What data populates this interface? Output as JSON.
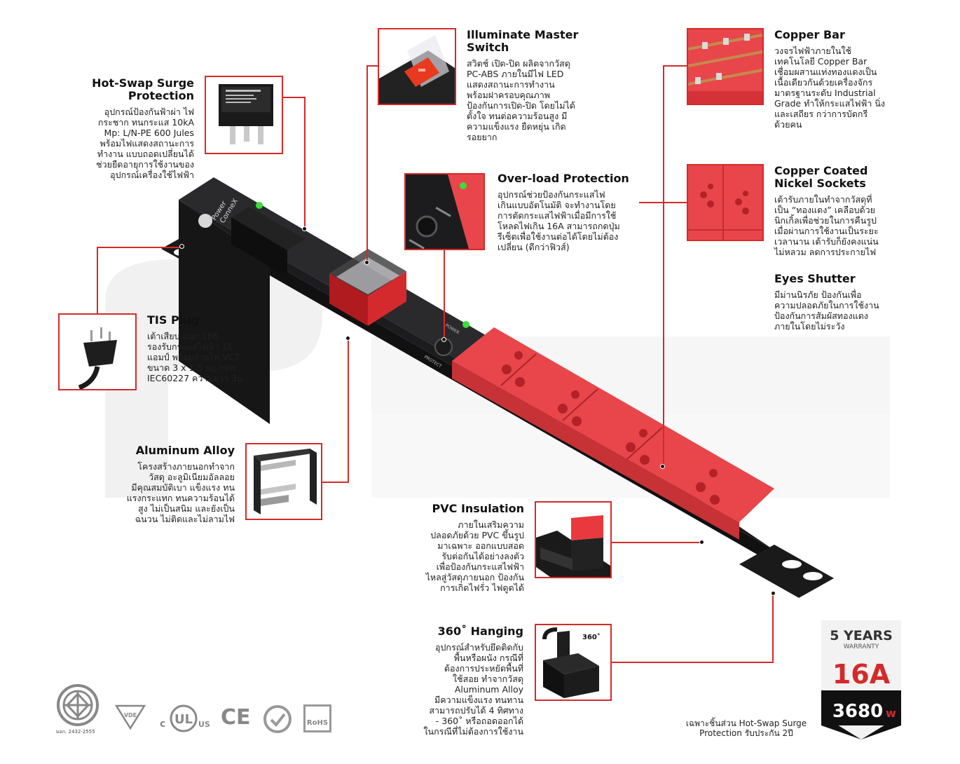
{
  "features": {
    "hot_swap": {
      "title": "Hot-Swap Surge\nProtection",
      "desc": "อุปกรณ์ป้องกันฟ้าผ่า ไฟ\nกระชาก ทนกระแส  10kA\nMp: L/N-PE 600 Jules\nพร้อมไฟแสดงสถานะการ\nทำงาน แบบถอดเปลี่ยนได้\nช่วยยืดอายุการใช้งานของ\nอุปกรณ์เครื่องใช้ไฟฟ้า"
    },
    "master_switch": {
      "title": "Illuminate Master\nSwitch",
      "desc": "สวิตช์ เปิด-ปิด ผลิตจากวัสดุ\nPC-ABS ภายในมีไฟ LED\nแสดงสถานะการทำงาน\nพร้อมฝาครอบคุณภาพ\nป้องกันการเปิด-ปิด โดยไม่ได้\nตั้งใจ ทนต่อความร้อนสูง มี\nความแข็งแรง ยืดหยุ่น เกิด\nรอยยาก"
    },
    "copper_bar": {
      "title": "Copper Bar",
      "desc": "วงจรไฟฟ้าภายในใช้\nเทคโนโลยี Copper Bar\nเชื่อมผสานแท่งทองแดงเป็น\nเนื้อเดียวกันด้วยเครื่องจักร\nมาตรฐานระดับ Industrial\nGrade ทำให้กระแสไฟฟ้า นิ่ง\nและเสถียร กว่าการบัดกรี\nด้วยคน"
    },
    "overload": {
      "title": "Over-load Protection",
      "desc": "อุปกรณ์ช่วยป้องกันกระแสไฟ\nเกินแบบอัตโนมัติ จะทำงานโดย\nการตัดกระแสไฟฟ้าเมื่อมีการใช้\nโหลดไฟเกิน 16A สามารถกดปุ่ม\nรีเซ็ตเพื่อใช้งานต่อได้โดยไม่ต้อง\nเปลี่ยน (ดีกว่าฟิวส์)"
    },
    "copper_sockets": {
      "title": "Copper Coated\nNickel Sockets",
      "desc": "เต้ารับภายในทำจากวัสดุที่\nเป็น “ทองแดง” เคลือบด้วย\nนิกเกิ้ลเพื่อช่วยในการคืนรูป\nเมื่อผ่านการใช้งานเป็นระยะ\nเวลานาน เต้ารับก็ยังคงแน่น\nไม่หลวม ลดการประกายไฟ"
    },
    "eyes_shutter": {
      "title": "Eyes Shutter",
      "desc": "มีม่านนิรภัย ป้องกันเพื่อ\nความปลอดภัยในการใช้งาน\nป้องกันการสัมผัสทองแดง\nภายในโดยไม่ระวัง"
    },
    "tis_plug": {
      "title": "TIS Plug",
      "desc": "เต้าเสียบ มอก.166\nรองรับกระแสไฟฟ้า 16\nแอมป์ พร้อมสายไฟ VCT\nขนาด 3 x 1.5 sq.mm\nIEC60227 ความยาว 3ม."
    },
    "aluminum": {
      "title": "Aluminum Alloy",
      "desc": "โครงสร้างภายนอกทำจาก\nวัสดุ อะลูมิเนียมอัลลอย\nมีคุณสมบัติเบา แข็งแรง ทน\nแรงกระแทก ทนความร้อนได้\nสูง ไม่เป็นสนิม และยังเป็น\nฉนวน ไม่ติดและไม่ลามไฟ"
    },
    "pvc": {
      "title": "PVC Insulation",
      "desc": "ภายในเสริมความ\nปลอดภัยด้วย PVC ขึ้นรูป\nมาเฉพาะ ออกแบบสอด\nรับต่อกันได้อย่างลงตัว\nเพื่อป้องกันกระแสไฟฟ้า\nไหลสู่วัสดุภายนอก ป้องกัน\nการเกิดไฟรั่ว ไฟดูดได้"
    },
    "hanging": {
      "title": "360˚ Hanging",
      "desc": "อุปกรณ์สำหรับยึดติดกับ\nพื้นหรือผนัง กรณีที่\nต้องการประหยัดพื้นที่\nใช้สอย ทำจากวัสดุ\nAluminum Alloy\nมีความแข็งแรง ทนทาน\nสามารถปรับได้ 4 ทิศทาง\n- 360˚ หรือถอดออกได้\nในกรณีที่ไม่ต้องการใช้งาน"
    }
  },
  "product_labels": {
    "brand_line1": "Power",
    "brand_line2": "ConneX",
    "power_label": "POWER",
    "protect_label": "PROTECT",
    "hanging_badge": "360˚"
  },
  "badge": {
    "years": "5 YEARS",
    "warranty": "WARRANTY",
    "amps": "16A",
    "watts": "3680",
    "watts_unit": "w"
  },
  "note": "เฉพาะชิ้นส่วน Hot-Swap Surge\nProtection รับประกัน 2ปี",
  "certs": {
    "tis_number": "มอก. 2432-2555",
    "ce": "CE",
    "rohs": "RoHS"
  },
  "colors": {
    "accent_red": "#d52a2a",
    "socket_red": "#e8464a",
    "body_black": "#1c1c1e",
    "led_green": "#3bdc3b"
  }
}
